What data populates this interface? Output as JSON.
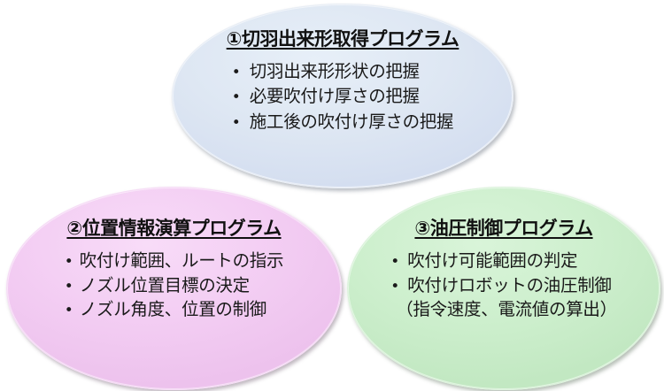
{
  "diagram": {
    "type": "three-ellipse program overview",
    "background_color": "#ffffff",
    "nodes": [
      {
        "id": "capture",
        "title": "①切羽出来形取得プログラム",
        "fill_color": "#dce6f2",
        "border_color": "#e9eef5",
        "bullet_glyph": "•",
        "items": [
          {
            "text": "切羽出来形形状の把握",
            "bulleted": true
          },
          {
            "text": "必要吹付け厚さの把握",
            "bulleted": true
          },
          {
            "text": "施工後の吹付け厚さの把握",
            "bulleted": true
          }
        ]
      },
      {
        "id": "position",
        "title": "②位置情報演算プログラム",
        "fill_color": "#f2cff2",
        "border_color": "#f6dcf6",
        "bullet_glyph": "•",
        "items": [
          {
            "text": "吹付け範囲、ルートの指示",
            "bulleted": true
          },
          {
            "text": "ノズル位置目標の決定",
            "bulleted": true
          },
          {
            "text": "ノズル角度、位置の制御",
            "bulleted": true
          }
        ]
      },
      {
        "id": "hydraulic",
        "title": "③油圧制御プログラム",
        "fill_color": "#cdf0cd",
        "border_color": "#dcf3dc",
        "bullet_glyph": "•",
        "items": [
          {
            "text": "吹付け可能範囲の判定",
            "bulleted": true
          },
          {
            "text": "吹付けロボットの油圧制御",
            "bulleted": true
          },
          {
            "text": "（指令速度、電流値の算出）",
            "bulleted": false
          }
        ]
      }
    ]
  }
}
